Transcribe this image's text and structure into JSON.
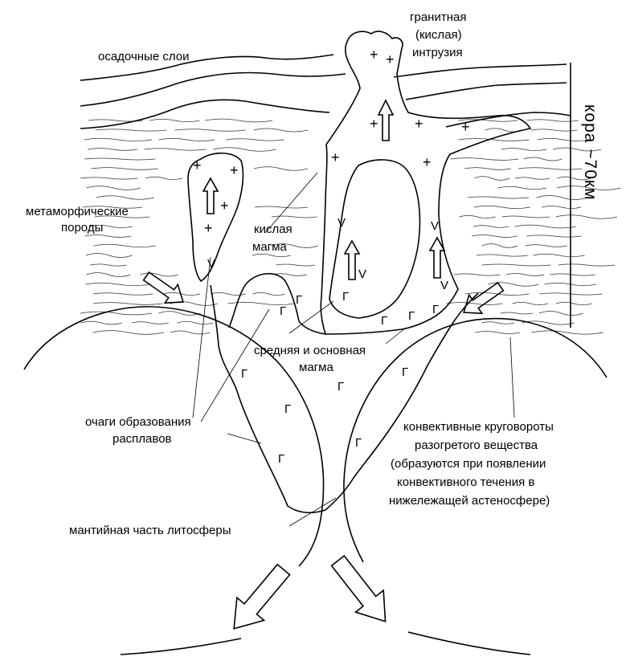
{
  "labels": {
    "sedimentary": "осадочные слои",
    "granite_line1": "гранитная",
    "granite_line2": "(кислая)",
    "granite_line3": "интрузия",
    "crust": "кора ~70км",
    "metamorphic_line1": "метаморфические",
    "metamorphic_line2": "породы",
    "acid_magma_line1": "кислая",
    "acid_magma_line2": "магма",
    "middle_magma_line1": "средняя и основная",
    "middle_magma_line2": "магма",
    "foci_line1": "очаги образования",
    "foci_line2": "расплавов",
    "convective_line1": "конвективные круговороты",
    "convective_line2": "разогретого вещества",
    "convective_line3": "(образуются при появлении",
    "convective_line4": "конвективного течения в",
    "convective_line5": "нижележащей астеносфере)",
    "mantle": "мантийная часть литосферы"
  },
  "symbols": {
    "plus": "+",
    "v": "V",
    "g": "Г"
  }
}
